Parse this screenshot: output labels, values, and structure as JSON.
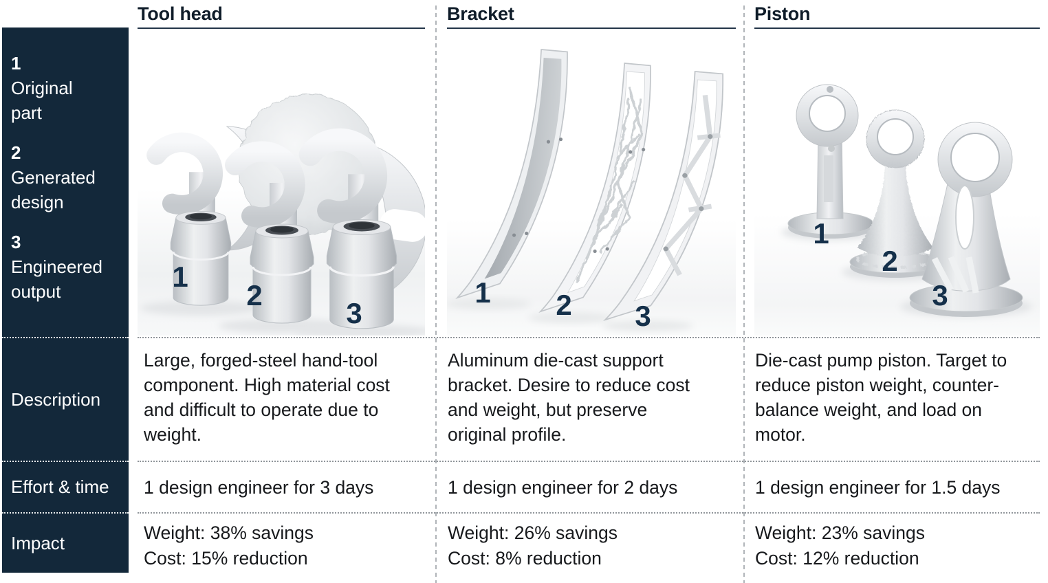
{
  "colors": {
    "sidebar_bg": "#13283a",
    "header_underline": "#233448",
    "body_text": "#17191c",
    "part_number_label": "#15304a",
    "divider_gray": "#b0b4b8"
  },
  "legend": {
    "items": [
      {
        "num": "1",
        "label": "Original\npart"
      },
      {
        "num": "2",
        "label": "Generated\ndesign"
      },
      {
        "num": "3",
        "label": "Engineered\noutput"
      }
    ]
  },
  "rows": {
    "description": "Description",
    "effort": "Effort & time",
    "impact": "Impact"
  },
  "columns": [
    {
      "title": "Tool head",
      "description": "Large, forged-steel hand-tool\ncomponent. High material cost\nand difficult to operate due to\nweight.",
      "effort": "1 design engineer for 3 days",
      "impact": {
        "weight": "Weight: 38% savings",
        "cost": "Cost: 15% reduction"
      },
      "image_numbers": [
        "1",
        "2",
        "3"
      ]
    },
    {
      "title": "Bracket",
      "description": "Aluminum die-cast support\nbracket. Desire to reduce cost\nand weight, but preserve\noriginal profile.",
      "effort": "1 design engineer for 2 days",
      "impact": {
        "weight": "Weight: 26% savings",
        "cost": "Cost: 8% reduction"
      },
      "image_numbers": [
        "1",
        "2",
        "3"
      ]
    },
    {
      "title": "Piston",
      "description": "Die-cast pump piston. Target to\nreduce piston weight, counter-\nbalance weight, and load on\nmotor.",
      "effort": "1 design engineer for 1.5 days",
      "impact": {
        "weight": "Weight: 23% savings",
        "cost": "Cost: 12% reduction"
      },
      "image_numbers": [
        "1",
        "2",
        "3"
      ]
    }
  ]
}
